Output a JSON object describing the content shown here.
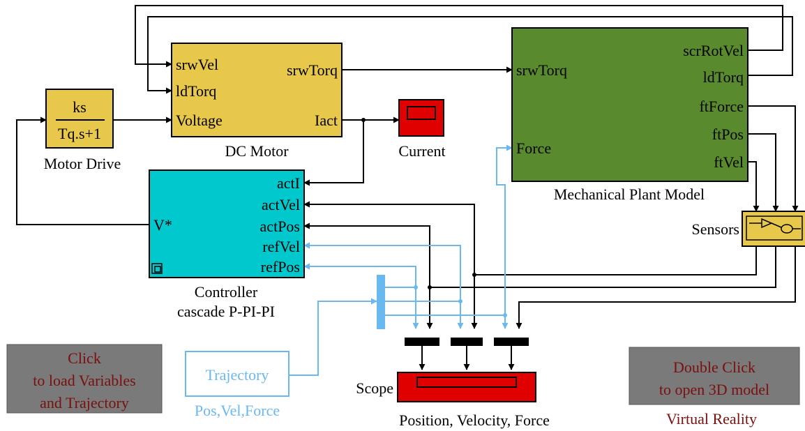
{
  "motor_drive": {
    "numerator": "ks",
    "denominator": "Tq.s+1",
    "label": "Motor Drive"
  },
  "dc_motor": {
    "inputs": [
      "srwVel",
      "ldTorq",
      "Voltage"
    ],
    "outputs": [
      "srwTorq",
      "Iact"
    ],
    "label": "DC Motor"
  },
  "current_scope": {
    "label": "Current"
  },
  "plant": {
    "inputs": [
      "srwTorq",
      "Force"
    ],
    "outputs": [
      "scrRotVel",
      "ldTorq",
      "ftForce",
      "ftPos",
      "ftVel"
    ],
    "label": "Mechanical Plant Model"
  },
  "controller": {
    "inputs": [
      "actI",
      "actVel",
      "actPos",
      "refVel",
      "refPos"
    ],
    "output": "V*",
    "label_line1": "Controller",
    "label_line2": "cascade P-PI-PI"
  },
  "sensors": {
    "label": "Sensors"
  },
  "trajectory": {
    "label": "Trajectory",
    "caption": "Pos,Vel,Force"
  },
  "scope": {
    "label": "Scope",
    "caption": "Position, Velocity, Force"
  },
  "load_button": {
    "line1": "Click",
    "line2": "to load Variables",
    "line3": "and Trajectory"
  },
  "vr_button": {
    "line1": "Double Click",
    "line2": "to open 3D model",
    "caption": "Virtual Reality"
  },
  "colors": {
    "yellow_block": "#e8c84a",
    "green_block": "#5a8a2e",
    "cyan_block": "#00c8cc",
    "red_block": "#e00000",
    "blue_signal": "#6ab8f0",
    "gray_button": "#7a7a7a",
    "dark_red_text": "#7a0f0f"
  }
}
